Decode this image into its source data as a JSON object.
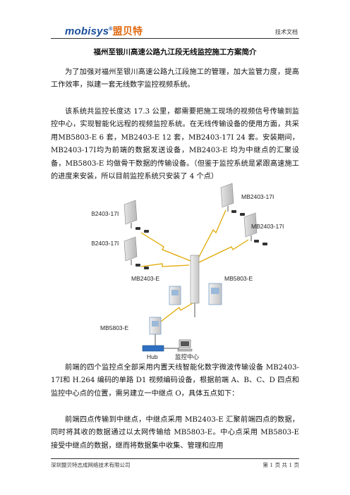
{
  "header": {
    "logo_en": "mobisys",
    "logo_cn": "盟贝特",
    "doc_label": "技术文档"
  },
  "title": "福州至银川高速公路九江段无线监控施工方案简介",
  "paragraphs": [
    "为了加强对福州至银川高速公路九江段施工的管理，加大监管力度，提高工作效率，拟建一套无线数字监控视频系统。",
    "该系统共监控长度达 17.3 公里，都需要把施工现场的视频信号传输到监控中心，实现智能化远程的视频监控系统。在无线传输设备的使用方面，共采用MB5803-E 6 套，MB2403-E 12 套，MB2403-17I 24 套。安装期间，MB2403-17I均为前端的数据发送设备，MB2403-E 均为中继点的汇聚设备，MB5803-E 均做骨干数据的传输设备。（但鉴于监控系统是紧跟高速施工的进度来安装，所以目前监控系统只安装了 4 个点）",
    "前端的四个监控点全部采用内置天线智能化数字微波传输设备 MB2403-17I和 H.264 编码的单路 D1 视频编码设备，根据前端 A、B、C、D 四点和监控中心点的位置，需另建立一中继点 O，具体五点如下：",
    "前端四点传输到中继点，中继点采用 MB2403-E 汇聚前端四点的数据，同时将其收的数据通过以太网传输给 MB5803-E。中心点采用 MB5803-E 接受中继点的数据，继而将数据集中收集、管理和应用"
  ],
  "diagram": {
    "labels": {
      "front_top_right": "MB2403-17I",
      "front_right": "MB2403-17I",
      "front_top_left": "MB2403-17I",
      "front_left": "MB2403-17I",
      "relay_left": "MB2403-E",
      "relay_right": "MB5803-E",
      "center_radio": "MB5803-E",
      "hub": "Hub",
      "monitor_center": "监控中心"
    }
  },
  "footer": {
    "company": "深圳盟贝特志成网络技术有限公司",
    "page": "第 1 页 共 1 页"
  }
}
